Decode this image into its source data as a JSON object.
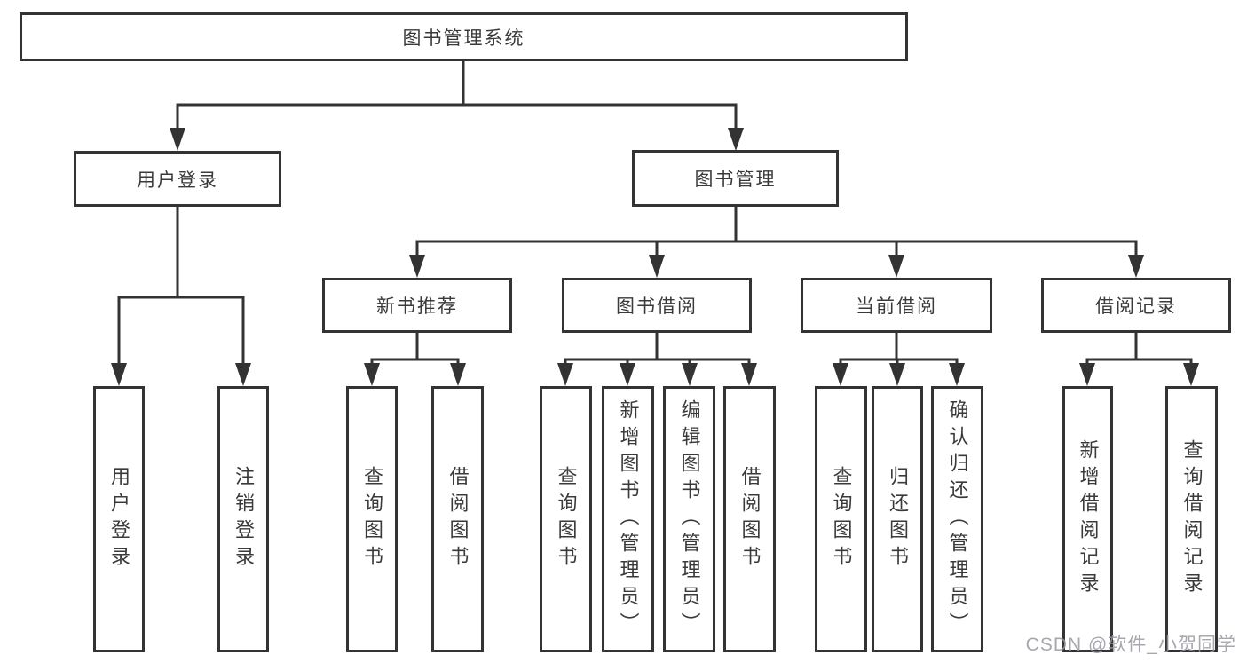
{
  "diagram": {
    "root": "图书管理系统",
    "branches": [
      {
        "label": "用户登录",
        "children": [
          "用户登录",
          "注销登录"
        ]
      },
      {
        "label": "图书管理"
      }
    ],
    "modules": [
      {
        "label": "新书推荐",
        "children": [
          "查询图书",
          "借阅图书"
        ]
      },
      {
        "label": "图书借阅",
        "children": [
          "查询图书",
          "新增图书（管理员）",
          "编辑图书（管理员）",
          "借阅图书"
        ]
      },
      {
        "label": "当前借阅",
        "children": [
          "查询图书",
          "归还图书",
          "确认归还（管理员）"
        ]
      },
      {
        "label": "借阅记录",
        "children": [
          "新增借阅记录",
          "查询借阅记录"
        ]
      }
    ]
  },
  "watermark": "CSDN @软件_小贺同学",
  "colors": {
    "line": "#333333",
    "text": "#3a3a3a",
    "watermark": "#9898a2",
    "background": "#ffffff"
  }
}
